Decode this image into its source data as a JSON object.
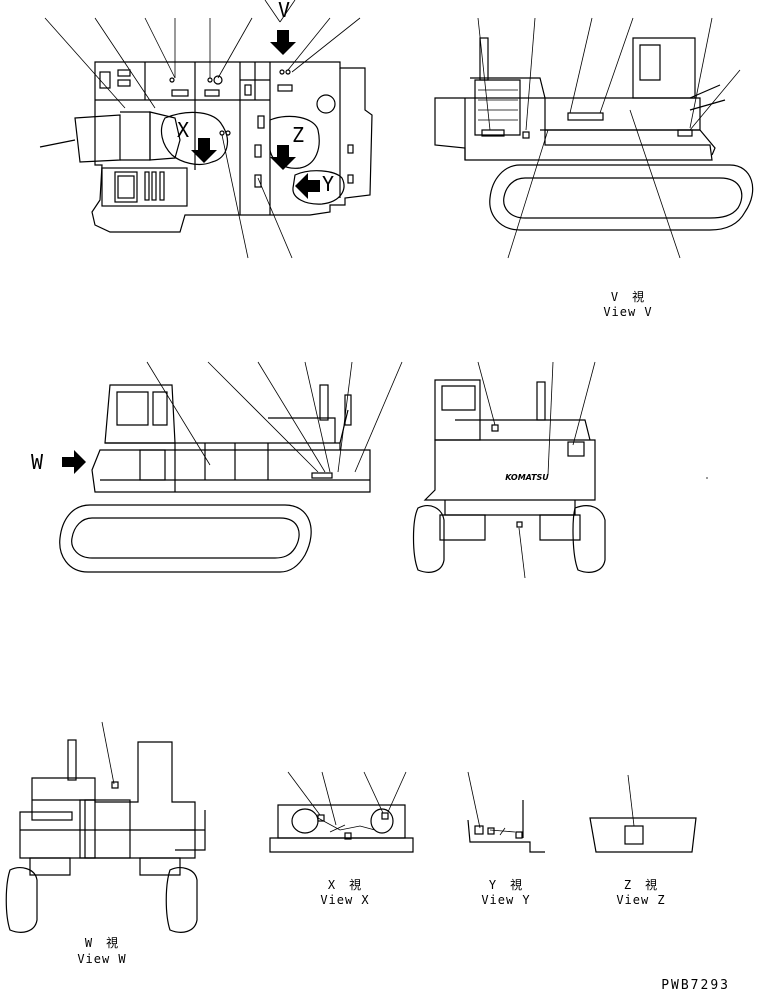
{
  "drawing_number": "PWB7293",
  "views": {
    "v": {
      "jp": "V　視",
      "en": "View V"
    },
    "w": {
      "jp": "W　視",
      "en": "View W"
    },
    "x": {
      "jp": "X　視",
      "en": "View X"
    },
    "y": {
      "jp": "Y　視",
      "en": "View Y"
    },
    "z": {
      "jp": "Z　視",
      "en": "View Z"
    }
  },
  "callouts": {
    "top_v": "V",
    "top_x": "X",
    "top_z": "Z",
    "top_y": "Y",
    "side_w": "W"
  },
  "brand_decal": "KOMATSU"
}
